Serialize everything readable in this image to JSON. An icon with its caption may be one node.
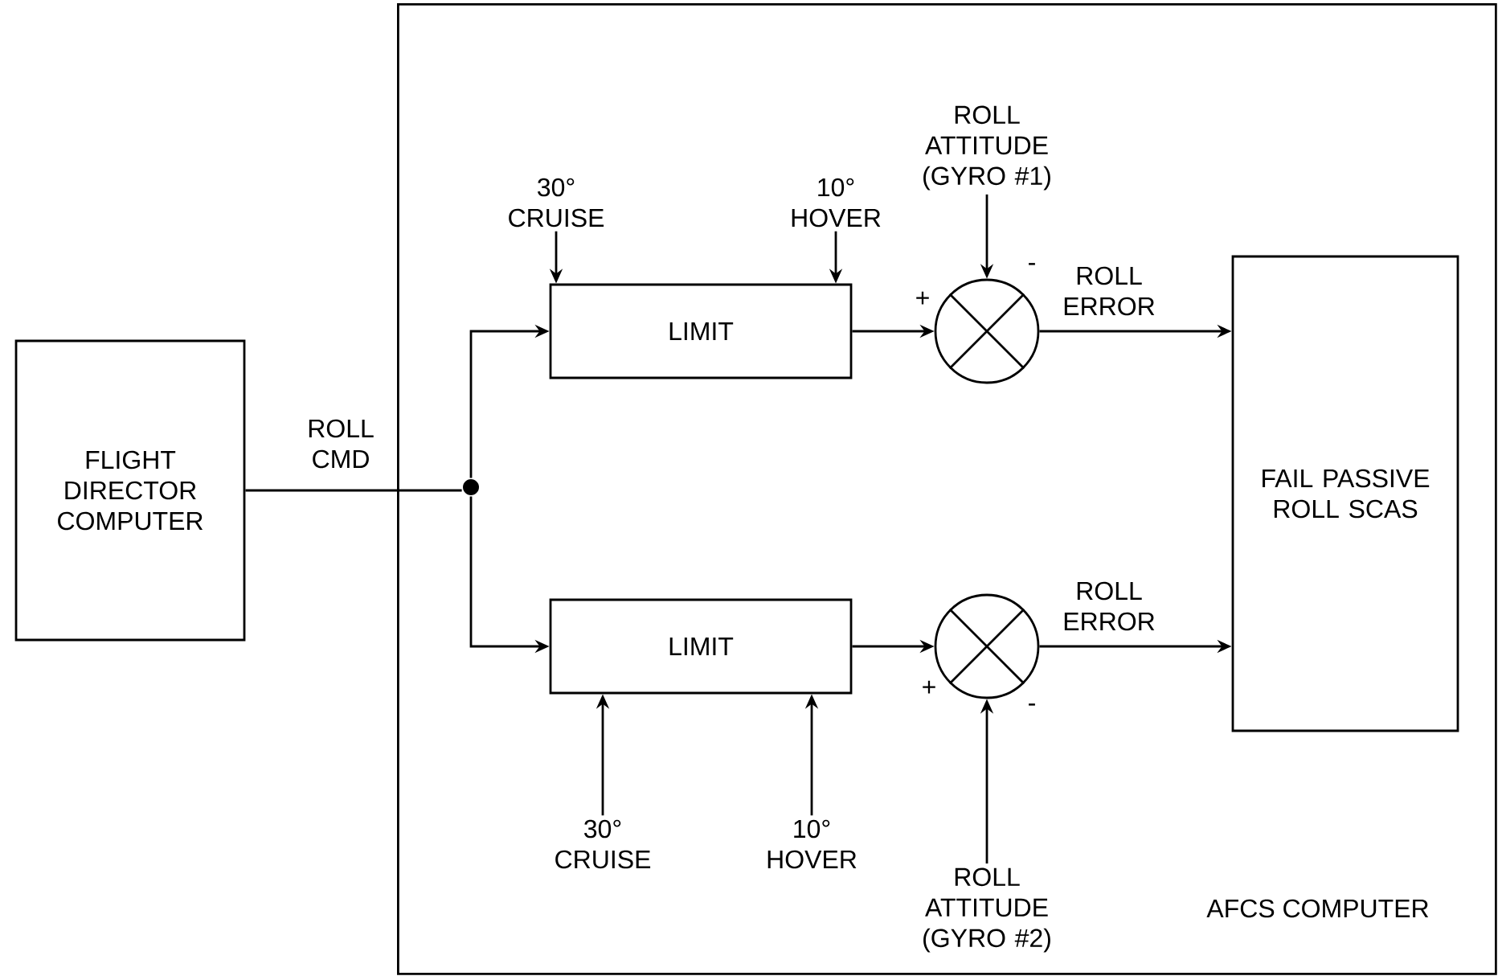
{
  "diagram": {
    "nodes": [
      {
        "text": [
          "AFCS COMPUTER"
        ]
      },
      {
        "text": [
          "ROLL ATTITUDE (GYRO #1)"
        ],
        "in": 0
      },
      {
        "text": [
          "30° CRUISE"
        ],
        "in": 0
      },
      {
        "text": [
          "10° HOVER"
        ],
        "in": 0
      },
      {
        "text": [
          "FLIGHT DIRECTOR COMPUTER"
        ]
      },
      {
        "text": [],
        "shape": "circle",
        "in": 0
      },
      {
        "text": [
          "LIMIT"
        ],
        "in": 0
      },
      {
        "text": [],
        "shape": "circle",
        "in": 0
      },
      {
        "text": [
          "FAIL PASSIVE ROLL SCAS"
        ],
        "in": 0
      },
      {
        "text": [
          "LIMIT"
        ],
        "in": 0
      },
      {
        "text": [],
        "shape": "circle",
        "in": 0
      },
      {
        "text": [
          "30° CRUISE"
        ],
        "in": 0
      },
      {
        "text": [
          "10° HOVER"
        ],
        "in": 0
      },
      {
        "text": [
          "ROLL ATTITUDE (GYRO #2)"
        ],
        "in": 0
      }
    ],
    "edges": [
      {
        "from": 4,
        "to": 5,
        "arrow": "none",
        "label": "ROLL CMD"
      },
      {
        "from": 5,
        "to": 6,
        "arrow": "to"
      },
      {
        "from": 5,
        "to": 9,
        "arrow": "to"
      },
      {
        "from": 2,
        "to": 6,
        "arrow": "to"
      },
      {
        "from": 3,
        "to": 6,
        "arrow": "to"
      },
      {
        "from": 6,
        "to": 7,
        "arrow": "to",
        "label": "+"
      },
      {
        "from": 1,
        "to": 7,
        "arrow": "to",
        "label": "-"
      },
      {
        "from": 7,
        "to": 8,
        "arrow": "to",
        "label": "ROLL ERROR"
      },
      {
        "from": 11,
        "to": 9,
        "arrow": "to"
      },
      {
        "from": 12,
        "to": 9,
        "arrow": "to"
      },
      {
        "from": 9,
        "to": 10,
        "arrow": "to",
        "label": "+"
      },
      {
        "from": 13,
        "to": 10,
        "arrow": "to",
        "label": "-"
      },
      {
        "from": 10,
        "to": 8,
        "arrow": "to",
        "label": "ROLL ERROR"
      }
    ]
  }
}
